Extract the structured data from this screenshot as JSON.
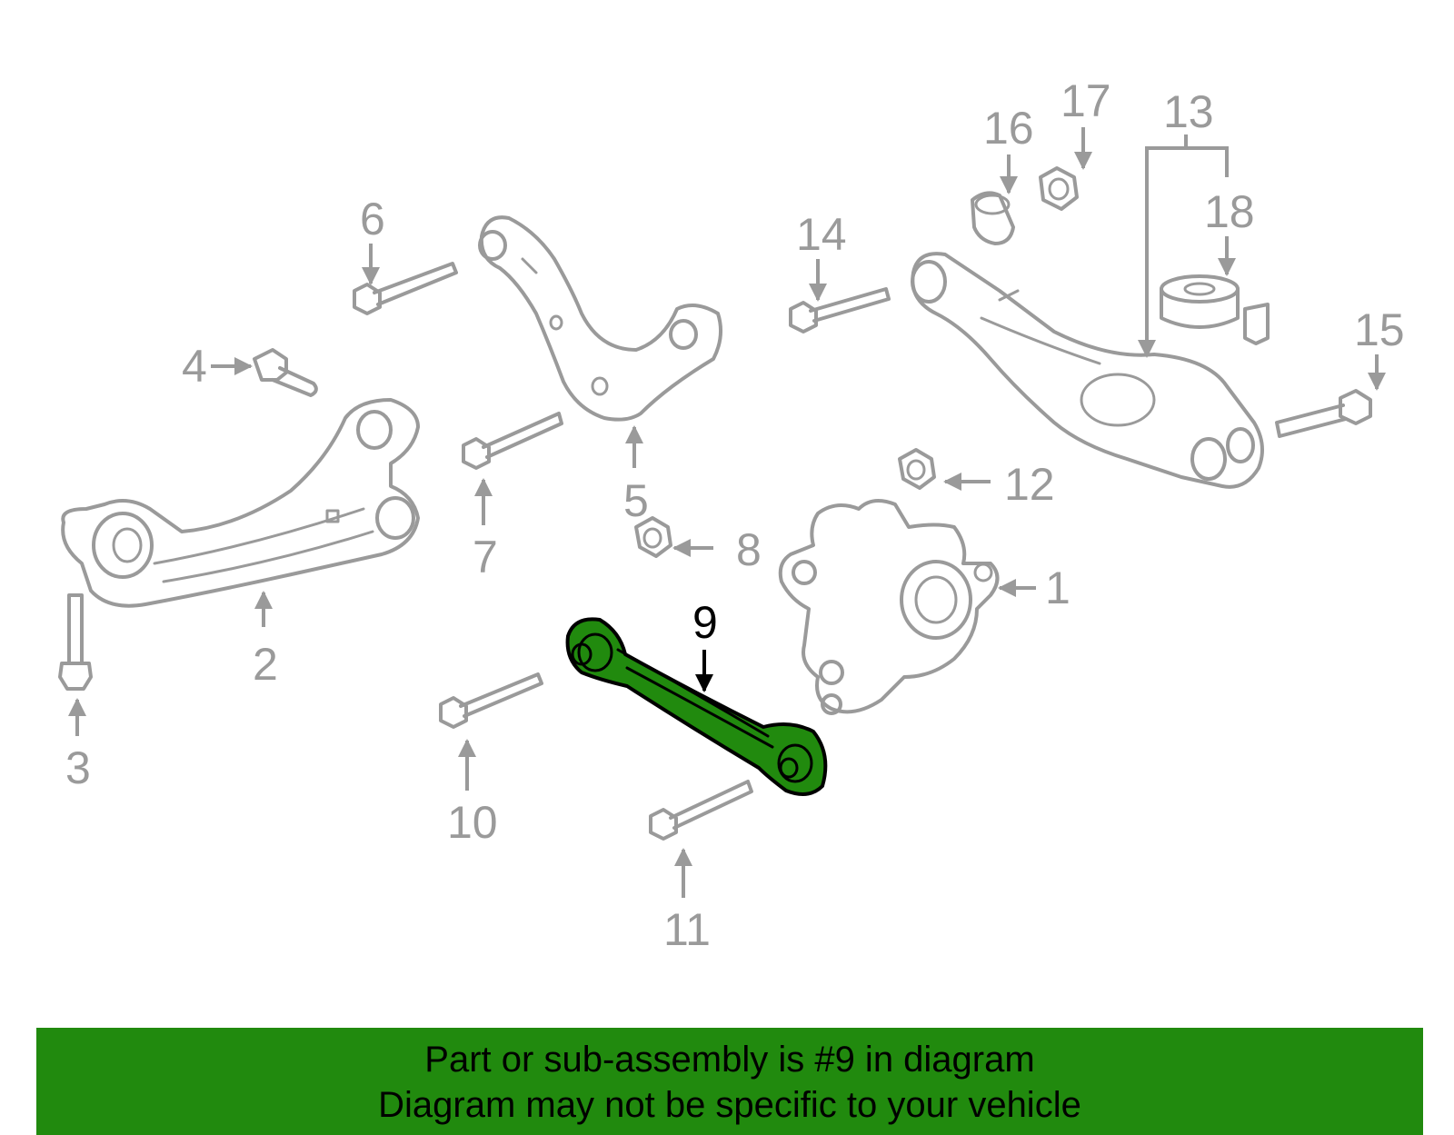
{
  "highlighted_part": "9",
  "callouts": [
    "1",
    "2",
    "3",
    "4",
    "5",
    "6",
    "7",
    "8",
    "9",
    "10",
    "11",
    "12",
    "13",
    "14",
    "15",
    "16",
    "17",
    "18"
  ],
  "banner": {
    "line1": "Part or sub-assembly is #9 in diagram",
    "line2": "Diagram may not be specific to your vehicle"
  },
  "colors": {
    "highlight": "#218a0e",
    "line_art": "#9a9a9a",
    "banner_bg": "#218a0e"
  }
}
